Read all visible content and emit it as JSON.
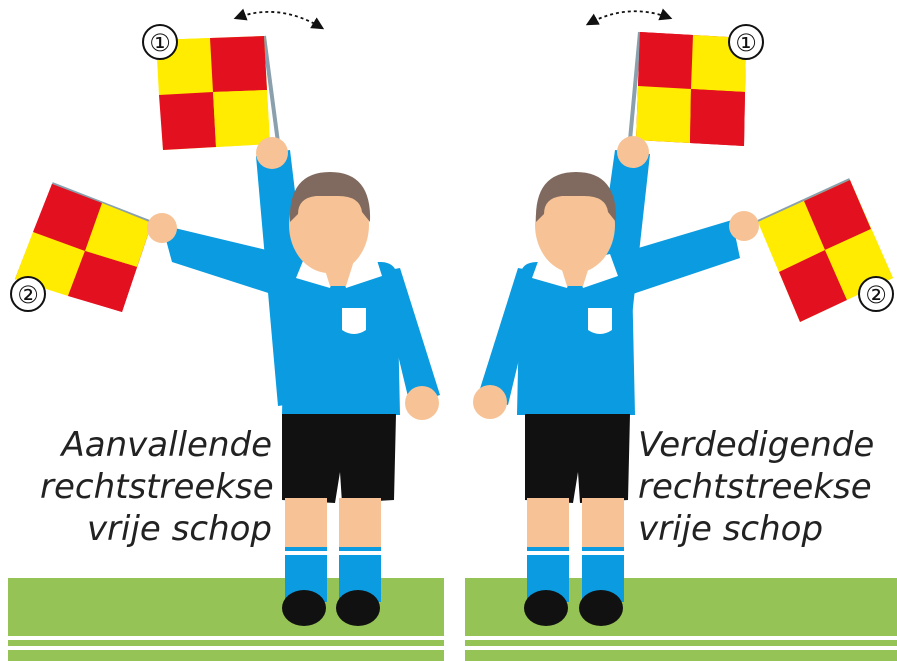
{
  "colors": {
    "jersey": "#0a9be0",
    "skin": "#f7c396",
    "hair": "#806a5f",
    "shorts": "#111111",
    "flag_red": "#e3111f",
    "flag_yellow": "#ffec00",
    "flag_pole": "#8aa0ad",
    "grass": "#95c356",
    "line": "#ffffff",
    "text": "#222222"
  },
  "signals": [
    {
      "caption": [
        "Aanvallende",
        "rechtstreekse",
        "vrije schop"
      ],
      "flag_raised_label": "①",
      "flag_side_label": "②"
    },
    {
      "caption": [
        "Verdedigende",
        "rechtstreekse",
        "vrije schop"
      ],
      "flag_raised_label": "①",
      "flag_side_label": "②"
    }
  ]
}
